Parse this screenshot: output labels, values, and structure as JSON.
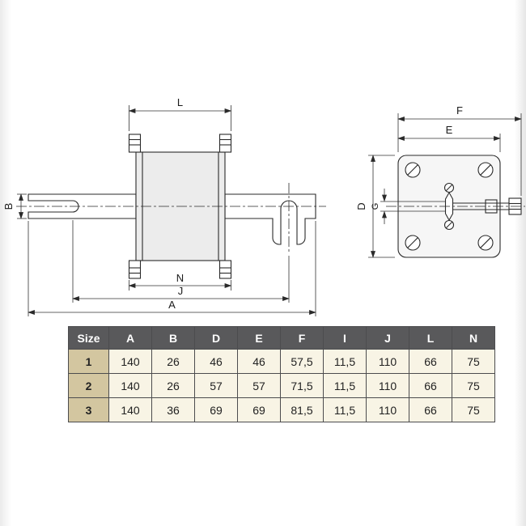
{
  "diagram": {
    "side_view": {
      "name": "fuse-link side view",
      "dims": {
        "L": "L",
        "B": "B",
        "N": "N",
        "J": "J",
        "A": "A"
      }
    },
    "front_view": {
      "name": "fuse-link front view",
      "dims": {
        "F": "F",
        "E": "E",
        "D": "D",
        "G": "G"
      }
    }
  },
  "table": {
    "headers": [
      "Size",
      "A",
      "B",
      "D",
      "E",
      "F",
      "I",
      "J",
      "L",
      "N"
    ],
    "rows": [
      [
        "1",
        "140",
        "26",
        "46",
        "46",
        "57,5",
        "11,5",
        "110",
        "66",
        "75"
      ],
      [
        "2",
        "140",
        "26",
        "57",
        "57",
        "71,5",
        "11,5",
        "110",
        "66",
        "75"
      ],
      [
        "3",
        "140",
        "36",
        "69",
        "69",
        "81,5",
        "11,5",
        "110",
        "66",
        "75"
      ]
    ]
  },
  "colors": {
    "header_bg": "#59595b",
    "header_text": "#ffffff",
    "size_column_bg": "#d3c6a0",
    "cell_bg": "#f8f4e5",
    "grid_line": "#4c4c4e",
    "drawing_line": "#2a2a2a"
  }
}
